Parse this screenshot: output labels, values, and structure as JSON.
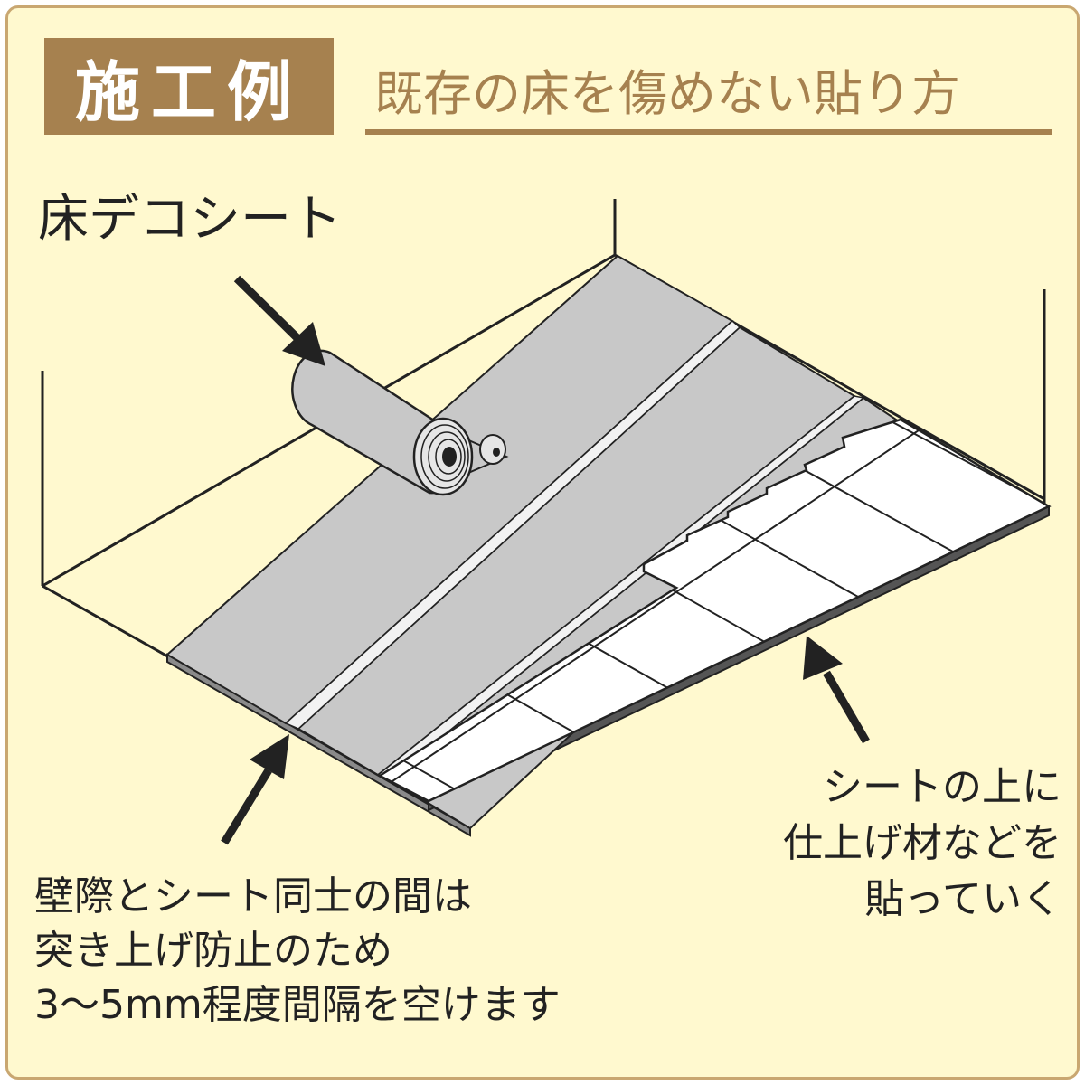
{
  "header": {
    "badge": "施工例",
    "subtitle": "既存の床を傷めない貼り方"
  },
  "labels": {
    "sheet": "床デコシート",
    "gap": "壁際とシート同士の間は\n突き上げ防止のため\n3～5mm程度間隔を空けます",
    "finish": "シートの上に\n仕上げ材などを\n貼っていく"
  },
  "colors": {
    "background": "#fff9cf",
    "accent": "#a6814f",
    "sheet": "#c8c8c8",
    "tile": "#ffffff",
    "line": "#222222"
  }
}
